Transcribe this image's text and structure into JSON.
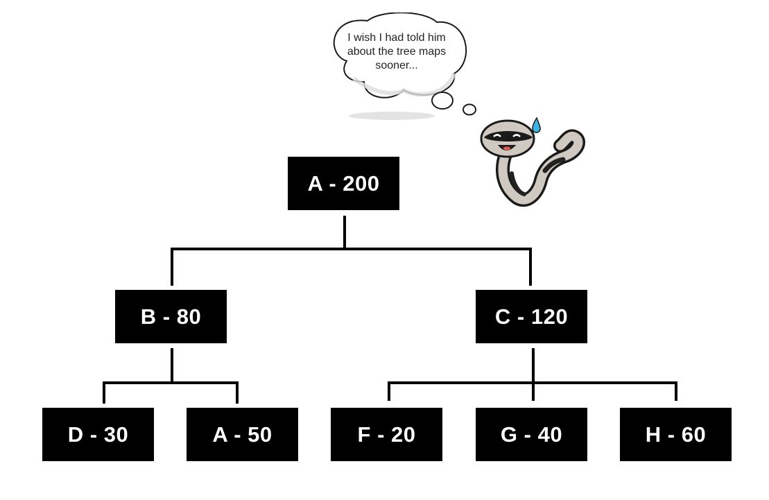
{
  "thought_bubble": {
    "text": "I wish I had told him about the tree maps sooner..."
  },
  "tree": {
    "root": {
      "label": "A - 200"
    },
    "level1": [
      {
        "label": "B - 80"
      },
      {
        "label": "C - 120"
      }
    ],
    "level2": [
      {
        "label": "D - 30"
      },
      {
        "label": "A - 50"
      },
      {
        "label": "F - 20"
      },
      {
        "label": "G - 40"
      },
      {
        "label": "H - 60"
      }
    ]
  },
  "colors": {
    "node_fill": "#000000",
    "node_text": "#ffffff",
    "line": "#000000"
  },
  "icons": {
    "mascot": "snake-icon",
    "sweat_drop": "sweat-drop-icon"
  }
}
